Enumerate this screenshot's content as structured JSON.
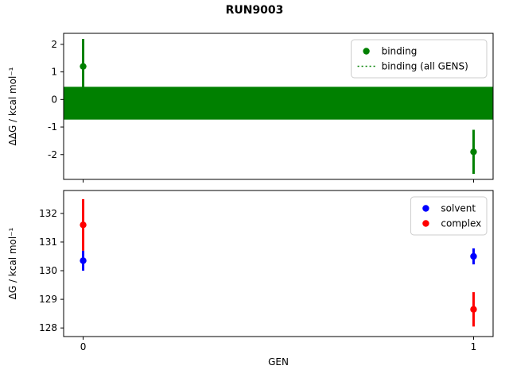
{
  "figure": {
    "title": "RUN9003"
  },
  "chart_data": [
    {
      "type": "scatter",
      "title": "RUN9003",
      "ylabel": "ΔΔG / kcal mol⁻¹",
      "xlabel": "",
      "xlim": [
        -0.05,
        1.05
      ],
      "ylim": [
        -2.9,
        2.4
      ],
      "yticks": [
        -2,
        -1,
        0,
        1,
        2
      ],
      "xticks": [
        0,
        1
      ],
      "show_x_tick_labels": false,
      "grid": false,
      "series": [
        {
          "name": "binding",
          "color": "#008000",
          "marker": "dot",
          "x": [
            0,
            1
          ],
          "y": [
            1.2,
            -1.9
          ],
          "yerr": [
            1.0,
            0.8
          ]
        }
      ],
      "band": {
        "name": "binding (all GENS)",
        "color": "#008000",
        "from": -0.73,
        "to": 0.46
      },
      "legend": {
        "position": "upper right",
        "items": [
          {
            "label": "binding",
            "marker": "dot",
            "color": "#008000"
          },
          {
            "label": "binding (all GENS)",
            "marker": "dotted-line",
            "color": "#008000"
          }
        ]
      }
    },
    {
      "type": "scatter",
      "title": "",
      "ylabel": "ΔG / kcal mol⁻¹",
      "xlabel": "GEN",
      "xlim": [
        -0.05,
        1.05
      ],
      "ylim": [
        127.7,
        132.8
      ],
      "yticks": [
        128,
        129,
        130,
        131,
        132
      ],
      "xticks": [
        0,
        1
      ],
      "show_x_tick_labels": true,
      "grid": false,
      "series": [
        {
          "name": "solvent",
          "color": "#0000ff",
          "marker": "dot",
          "x": [
            0,
            1
          ],
          "y": [
            130.35,
            130.5
          ],
          "yerr": [
            0.35,
            0.28
          ]
        },
        {
          "name": "complex",
          "color": "#ff0000",
          "marker": "dot",
          "x": [
            0,
            1
          ],
          "y": [
            131.6,
            128.65
          ],
          "yerr": [
            0.9,
            0.6
          ]
        }
      ],
      "legend": {
        "position": "upper right",
        "items": [
          {
            "label": "solvent",
            "marker": "dot",
            "color": "#0000ff"
          },
          {
            "label": "complex",
            "marker": "dot",
            "color": "#ff0000"
          }
        ]
      }
    }
  ]
}
